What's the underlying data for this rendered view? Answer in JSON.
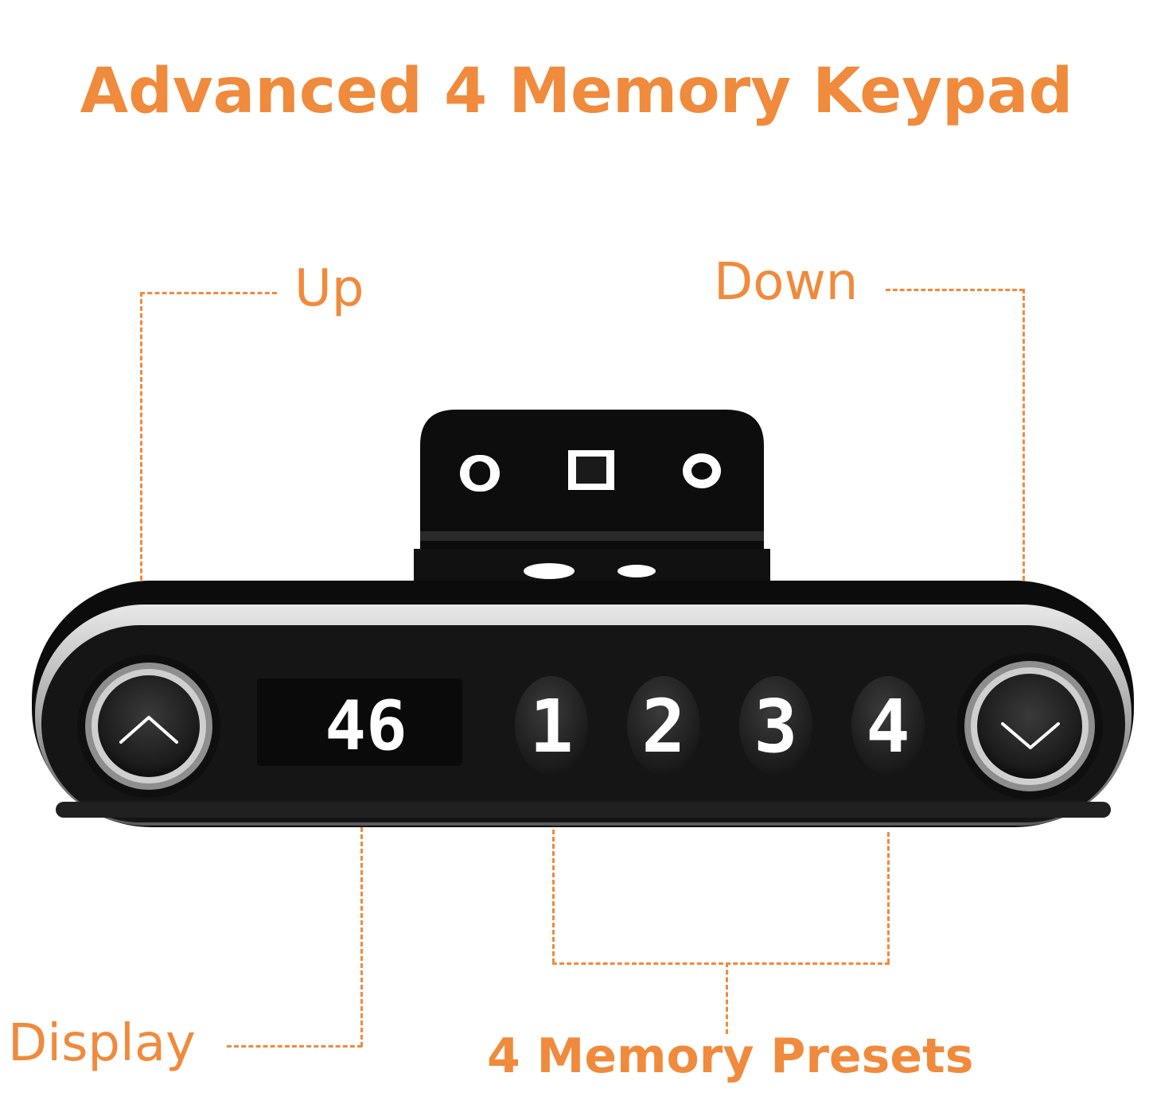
{
  "title": "Advanced 4 Memory Keypad",
  "labels": {
    "up": "Up",
    "down": "Down",
    "display": "Display",
    "presets": "4 Memory Presets"
  },
  "keypad": {
    "display_value": "46",
    "presets": [
      "1",
      "2",
      "3",
      "4"
    ]
  },
  "colors": {
    "accent": "#f08a3c",
    "device_body": "#151515",
    "device_edge": "#c8c8c8"
  },
  "icons": {
    "up_button": "chevron-up-icon",
    "down_button": "chevron-down-icon"
  }
}
